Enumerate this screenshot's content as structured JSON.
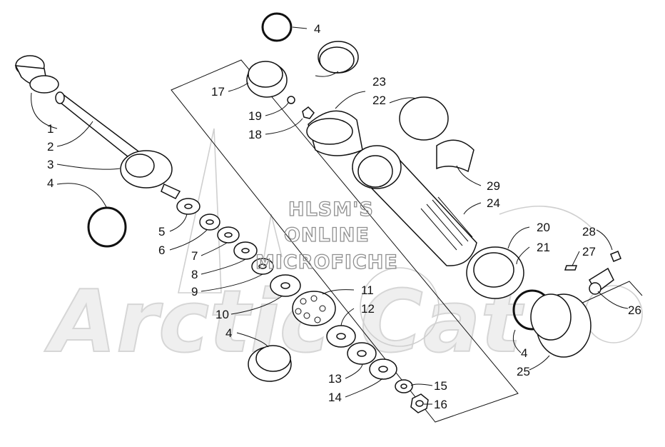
{
  "watermark": {
    "line1": "HLSM'S",
    "line2": "ONLINE",
    "line3": "MICROFICHE",
    "brand": "Arctic Cat"
  },
  "callouts": [
    "1",
    "2",
    "3",
    "4",
    "4",
    "5",
    "6",
    "7",
    "8",
    "9",
    "10",
    "4",
    "11",
    "12",
    "13",
    "14",
    "15",
    "16",
    "17",
    "19",
    "18",
    "23",
    "22",
    "29",
    "24",
    "20",
    "21",
    "4",
    "25",
    "28",
    "27",
    "26"
  ],
  "colors": {
    "line": "#111111",
    "watermark": "#8f8f8f",
    "logo": "#d6d6d6"
  }
}
